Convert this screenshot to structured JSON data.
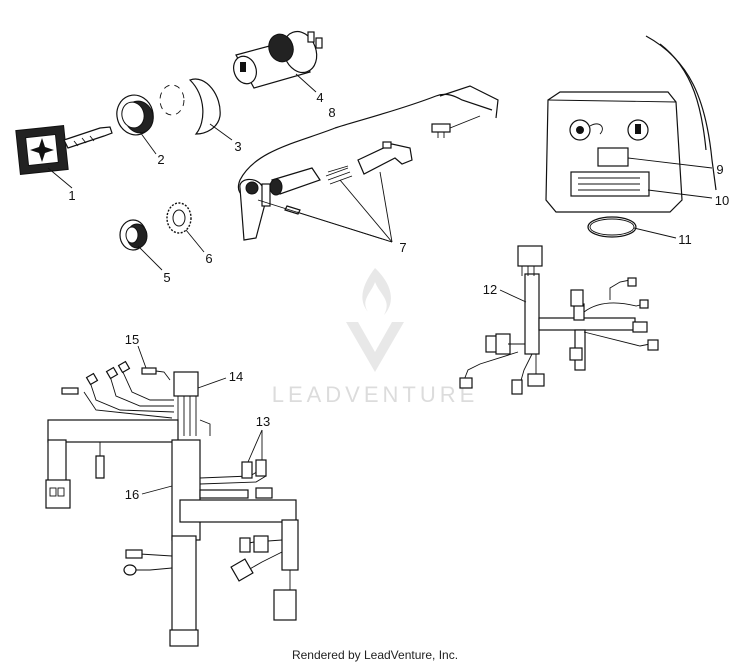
{
  "callouts": [
    "1",
    "2",
    "3",
    "4",
    "5",
    "6",
    "7",
    "8",
    "9",
    "10",
    "11",
    "12",
    "13",
    "14",
    "15",
    "16"
  ],
  "watermark": {
    "text": "LEADVENTURE",
    "icon": "leadventure-flame-logo"
  },
  "footer": {
    "credit": "Rendered by LeadVenture, Inc."
  }
}
